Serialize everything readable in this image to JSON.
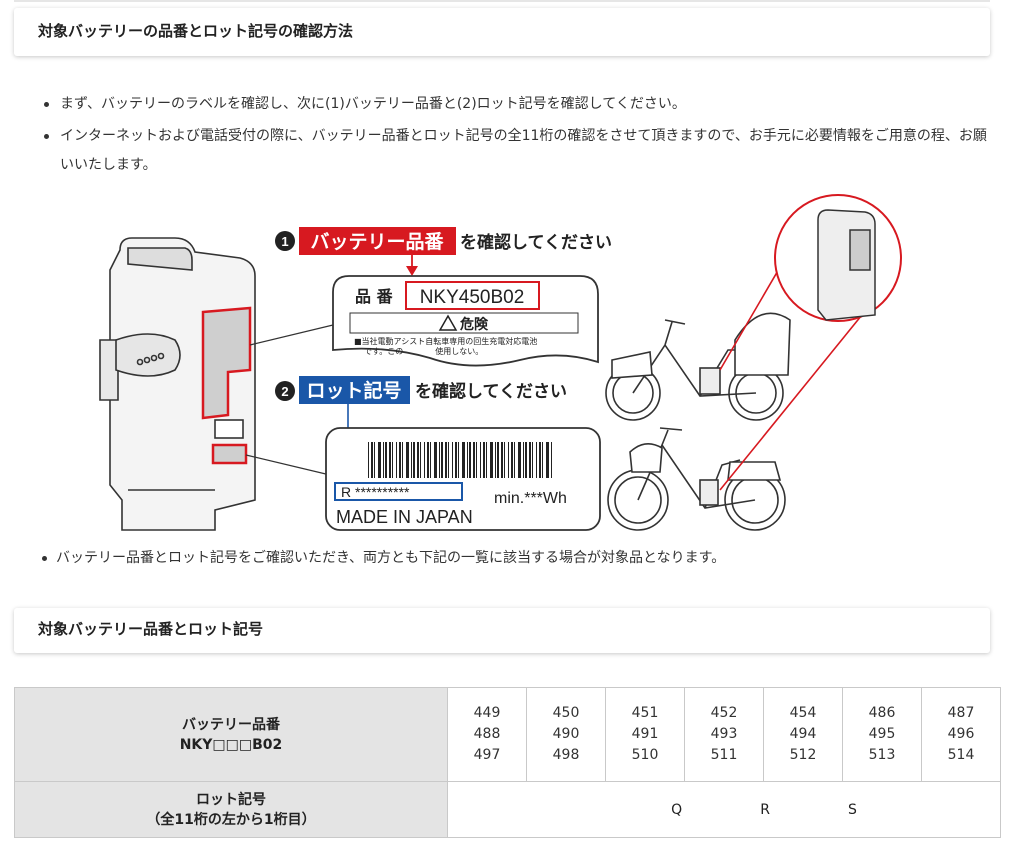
{
  "section1": {
    "title": "対象バッテリーの品番とロット記号の確認方法",
    "bullets": [
      "まず、バッテリーのラベルを確認し、次に(1)バッテリー品番と(2)ロット記号を確認してください。",
      "インターネットおよび電話受付の際に、バッテリー品番とロット記号の全11桁の確認をさせて頂きますので、お手元に必要情報をご用意の程、お願いいたします。"
    ]
  },
  "figure": {
    "step1_num": "1",
    "step1_tag": "バッテリー品番",
    "step1_text": "を確認してください",
    "label_part": "品 番",
    "part_number": "NKY450B02",
    "warning": "危険",
    "warning_line1": "■当社電動アシスト自転車専用の回生充電対応電池",
    "warning_line2": "です。この　　　　使用しない。",
    "step2_num": "2",
    "step2_tag": "ロット記号",
    "step2_text": "を確認してください",
    "lot_code": "R **********",
    "capacity": "min.***Wh",
    "origin": "MADE IN JAPAN"
  },
  "note": "バッテリー品番とロット記号をご確認いただき、両方とも下記の一覧に該当する場合が対象品となります。",
  "section2": {
    "title": "対象バッテリー品番とロット記号"
  },
  "table": {
    "row1_header_line1": "バッテリー品番",
    "row1_header_line2": "NKY□□□B02",
    "columns": [
      [
        "449",
        "488",
        "497"
      ],
      [
        "450",
        "490",
        "498"
      ],
      [
        "451",
        "491",
        "510"
      ],
      [
        "452",
        "493",
        "511"
      ],
      [
        "454",
        "494",
        "512"
      ],
      [
        "486",
        "495",
        "513"
      ],
      [
        "487",
        "496",
        "514"
      ]
    ],
    "row2_header_line1": "ロット記号",
    "row2_header_line2": "（全11桁の左から1桁目）",
    "lots": [
      "Q",
      "R",
      "S"
    ]
  },
  "colors": {
    "red": "#d71920",
    "blue": "#1a57a8"
  }
}
